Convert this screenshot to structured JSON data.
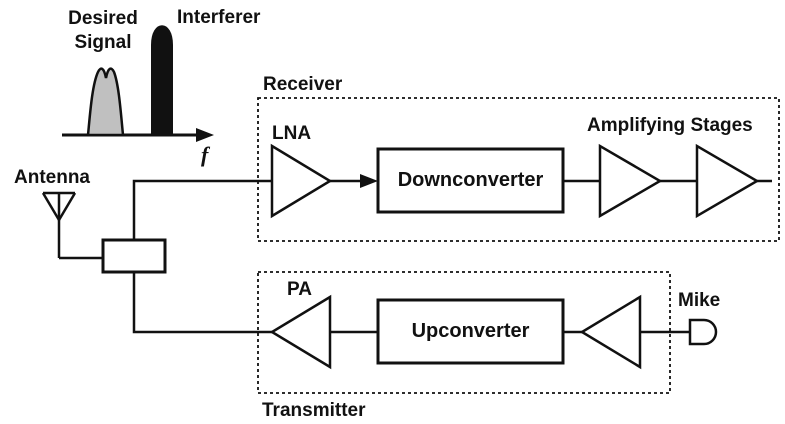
{
  "spectrum": {
    "desired_label_line1": "Desired",
    "desired_label_line2": "Signal",
    "interferer_label": "Interferer",
    "axis_label": "f"
  },
  "antenna": {
    "label": "Antenna"
  },
  "receiver": {
    "label": "Receiver",
    "lna_label": "LNA",
    "downconverter_label": "Downconverter",
    "amplifying_label": "Amplifying Stages"
  },
  "transmitter": {
    "label": "Transmitter",
    "pa_label": "PA",
    "upconverter_label": "Upconverter",
    "mike_label": "Mike"
  },
  "colors": {
    "stroke": "#111111",
    "desired_fill": "#c0c0c0",
    "interferer_fill": "#111111"
  }
}
